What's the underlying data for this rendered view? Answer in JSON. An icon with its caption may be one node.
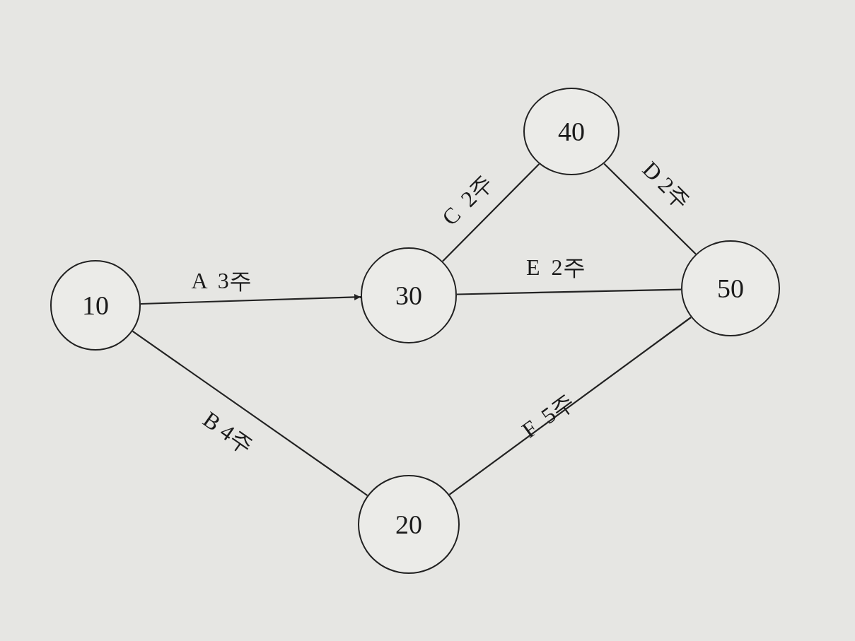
{
  "diagram": {
    "nodes": [
      {
        "text": [
          "10"
        ]
      },
      {
        "text": [
          "30"
        ]
      },
      {
        "text": [
          "40"
        ]
      },
      {
        "text": [
          "50"
        ]
      },
      {
        "text": [
          "20"
        ]
      }
    ],
    "edges": [
      {
        "from": 0,
        "to": 1,
        "arrow": "to",
        "label": "A  3주"
      },
      {
        "from": 0,
        "to": 4,
        "arrow": "none",
        "label": "B 4주"
      },
      {
        "from": 1,
        "to": 2,
        "arrow": "none",
        "label": "C  2주"
      },
      {
        "from": 2,
        "to": 3,
        "arrow": "none",
        "label": "D 2주"
      },
      {
        "from": 1,
        "to": 3,
        "arrow": "none",
        "label": "E  2주"
      },
      {
        "from": 4,
        "to": 3,
        "arrow": "none",
        "label": "F  5주"
      }
    ]
  }
}
